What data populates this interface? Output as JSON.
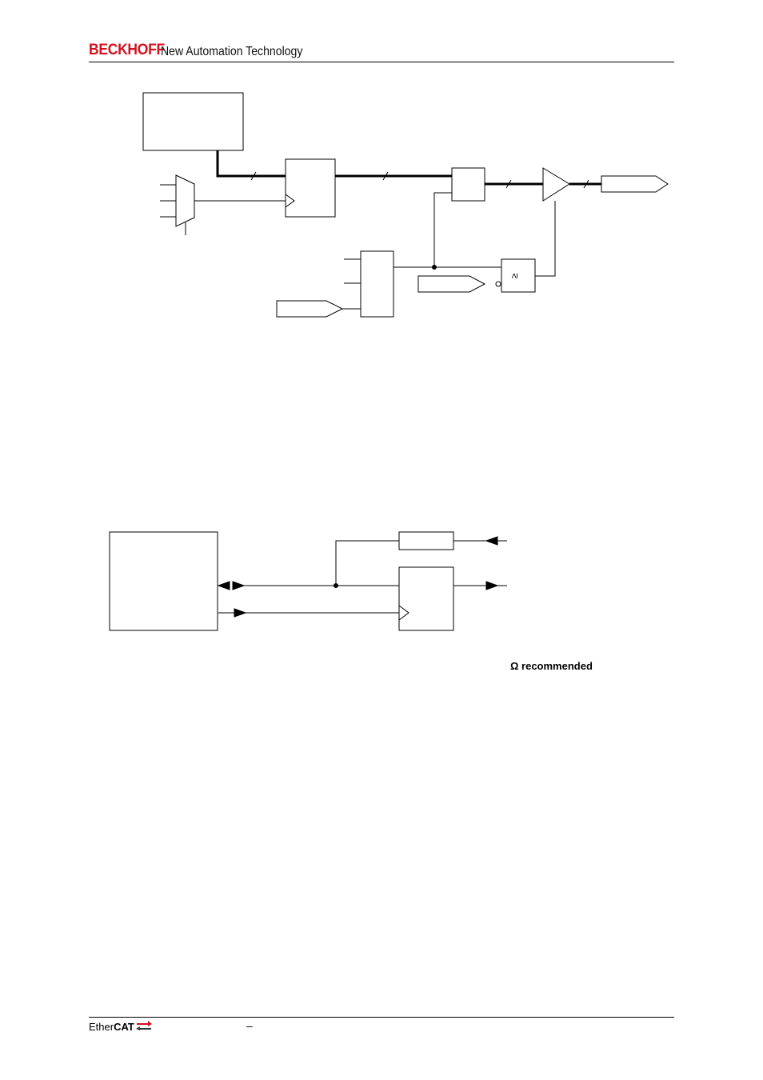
{
  "header": {
    "brand": "BECKHOFF",
    "tagline": "New Automation Technology"
  },
  "diagram_top": {
    "comparator_symbol": "≥"
  },
  "diagram_bottom": {
    "note_text": "Ω recommended"
  },
  "footer": {
    "ethercat_prefix": "Ether",
    "ethercat_suffix": "CAT",
    "dash": "–"
  },
  "colors": {
    "brand_red": "#d4101e"
  }
}
